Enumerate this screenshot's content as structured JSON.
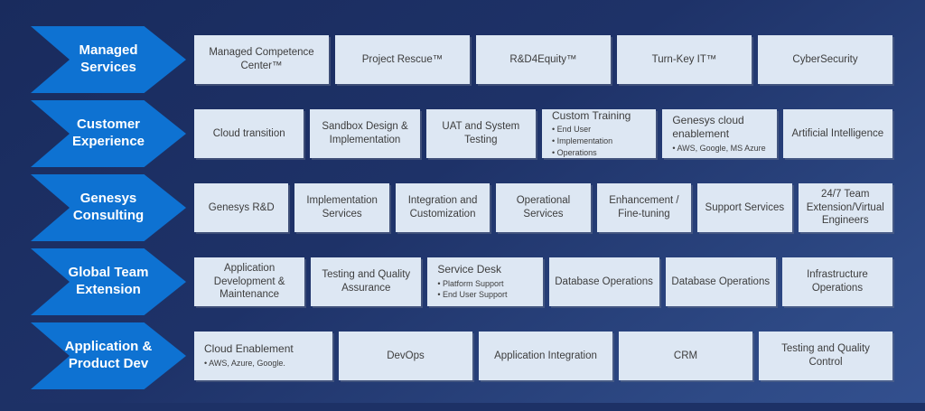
{
  "colors": {
    "arrow_blue": "#0e72d2",
    "box_bg": "#dde7f3",
    "box_text": "#3d3d3d",
    "background_top": "#192b5d",
    "background_bottom": "#33508f"
  },
  "rows": [
    {
      "category": "Managed Services",
      "items": [
        {
          "title": "Managed Competence Center™"
        },
        {
          "title": "Project Rescue™"
        },
        {
          "title": "R&D4Equity™"
        },
        {
          "title": "Turn-Key IT™"
        },
        {
          "title": "CyberSecurity"
        }
      ]
    },
    {
      "category": "Customer Experience",
      "items": [
        {
          "title": "Cloud transition"
        },
        {
          "title": "Sandbox Design & Implementation"
        },
        {
          "title": "UAT and System Testing"
        },
        {
          "title": "Custom Training",
          "bullets": [
            "End User",
            "Implementation",
            "Operations"
          ]
        },
        {
          "title": "Genesys cloud enablement",
          "bullets": [
            "AWS, Google, MS Azure"
          ]
        },
        {
          "title": "Artificial Intelligence"
        }
      ]
    },
    {
      "category": "Genesys Consulting",
      "items": [
        {
          "title": "Genesys R&D"
        },
        {
          "title": "Implementation Services"
        },
        {
          "title": "Integration and Customization"
        },
        {
          "title": "Operational Services"
        },
        {
          "title": "Enhancement / Fine-tuning"
        },
        {
          "title": "Support Services"
        },
        {
          "title": "24/7 Team Extension/Virtual Engineers"
        }
      ]
    },
    {
      "category": "Global Team Extension",
      "items": [
        {
          "title": "Application Development & Maintenance"
        },
        {
          "title": "Testing and Quality Assurance"
        },
        {
          "title": "Service Desk",
          "bullets": [
            "Platform Support",
            "End User Support"
          ]
        },
        {
          "title": "Database Operations"
        },
        {
          "title": "Database Operations"
        },
        {
          "title": "Infrastructure Operations"
        }
      ]
    },
    {
      "category": "Application & Product Dev",
      "items": [
        {
          "title": "Cloud Enablement",
          "bullets": [
            "AWS, Azure, Google."
          ]
        },
        {
          "title": "DevOps"
        },
        {
          "title": "Application Integration"
        },
        {
          "title": "CRM"
        },
        {
          "title": "Testing and Quality Control"
        }
      ]
    }
  ]
}
